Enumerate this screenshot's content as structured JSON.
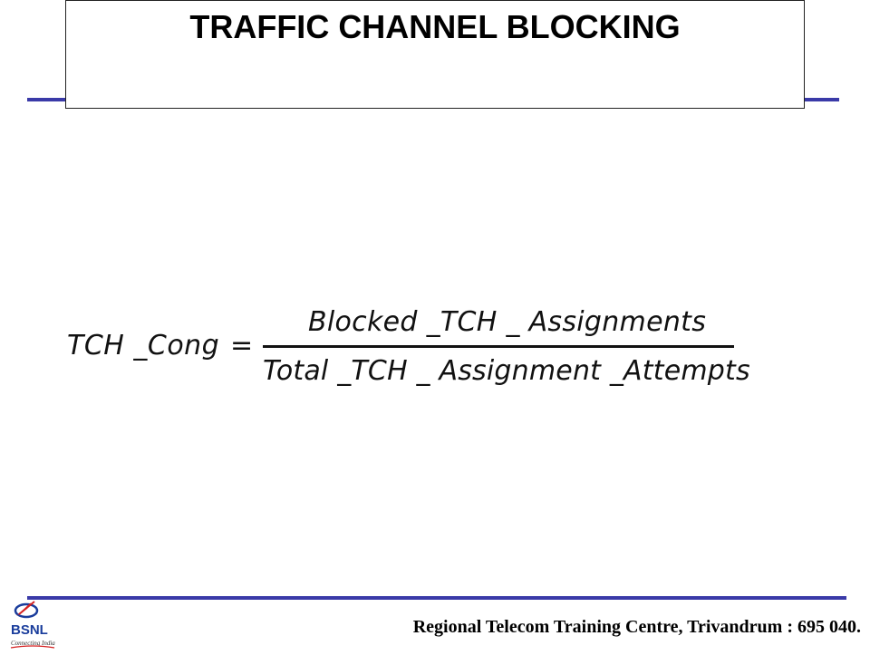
{
  "slide": {
    "title": "TRAFFIC CHANNEL BLOCKING",
    "formula": {
      "lhs": "TCH _Cong",
      "equals": "=",
      "numerator": "Blocked _TCH _ Assignments",
      "denominator": "Total _TCH _ Assignment _Attempts"
    }
  },
  "footer": {
    "text": "Regional Telecom Training Centre, Trivandrum : 695 040.",
    "logo": {
      "icon": "bsnl-logo-icon",
      "brand": "BSNL",
      "tagline": "Connecting India",
      "colors": {
        "ring": "#1a3d9c",
        "arrow": "#d42020",
        "text": "#1a3d9c"
      }
    }
  },
  "colors": {
    "rule": "#3a3aa8",
    "text": "#000000",
    "background": "#ffffff"
  }
}
